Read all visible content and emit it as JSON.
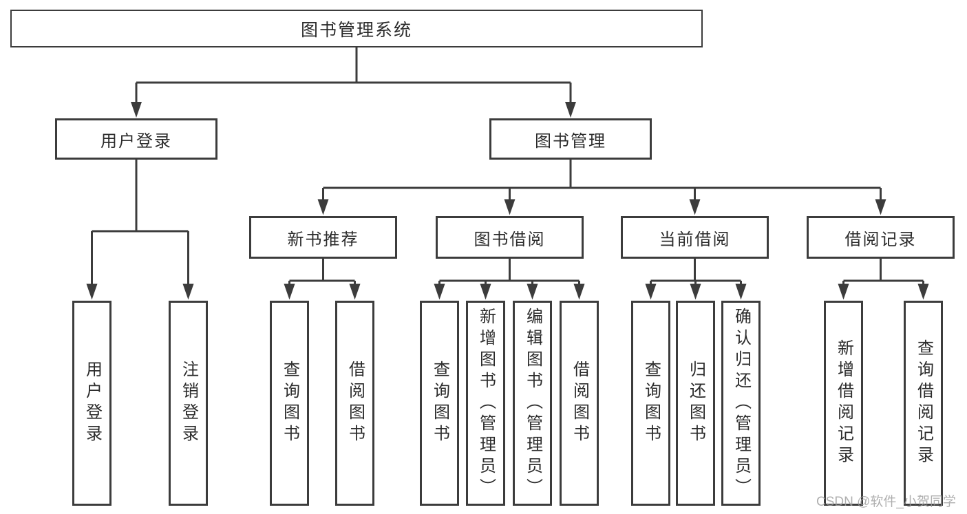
{
  "tree": {
    "root": "图书管理系统",
    "branches": [
      {
        "label": "用户登录",
        "leaves": [
          "用户登录",
          "注销登录"
        ]
      },
      {
        "label": "图书管理",
        "groups": [
          {
            "label": "新书推荐",
            "leaves": [
              "查询图书",
              "借阅图书"
            ]
          },
          {
            "label": "图书借阅",
            "leaves": [
              "查询图书",
              "新增图书（管理员）",
              "编辑图书（管理员）",
              "借阅图书"
            ]
          },
          {
            "label": "当前借阅",
            "leaves": [
              "查询图书",
              "归还图书",
              "确认归还（管理员）"
            ]
          },
          {
            "label": "借阅记录",
            "leaves": [
              "新增借阅记录",
              "查询借阅记录"
            ]
          }
        ]
      }
    ]
  },
  "watermark": {
    "text": "CSDN @软件_小贺同学"
  },
  "colors": {
    "line": "#3c3c3c",
    "box_border": "#3c3c3c",
    "text": "#2b2b2b",
    "watermark": "#9e9e9e",
    "background": "#ffffff"
  }
}
